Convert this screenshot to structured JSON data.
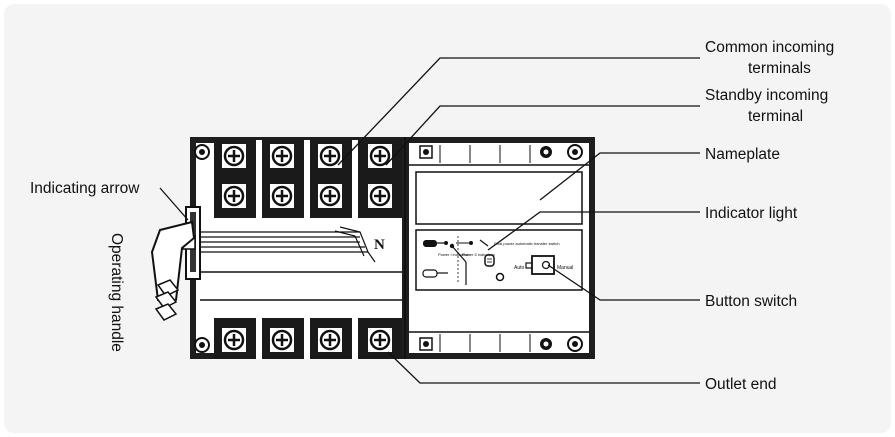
{
  "labels": {
    "common_incoming_1": "Common incoming",
    "common_incoming_2": "terminals",
    "standby_incoming_1": "Standby incoming",
    "standby_incoming_2": "terminal",
    "nameplate": "Nameplate",
    "indicator_light": "Indicator light",
    "button_switch": "Button switch",
    "outlet_end": "Outlet end",
    "indicating_arrow": "Indicating arrow",
    "operating_handle": "Operating handle"
  },
  "device": {
    "neutral_mark": "N",
    "panel_title": "Dual power automatic transfer switch",
    "source_left": "Power I indication",
    "source_right": "Power II indication",
    "auto_label": "Auto",
    "manual_label": "Manual"
  }
}
